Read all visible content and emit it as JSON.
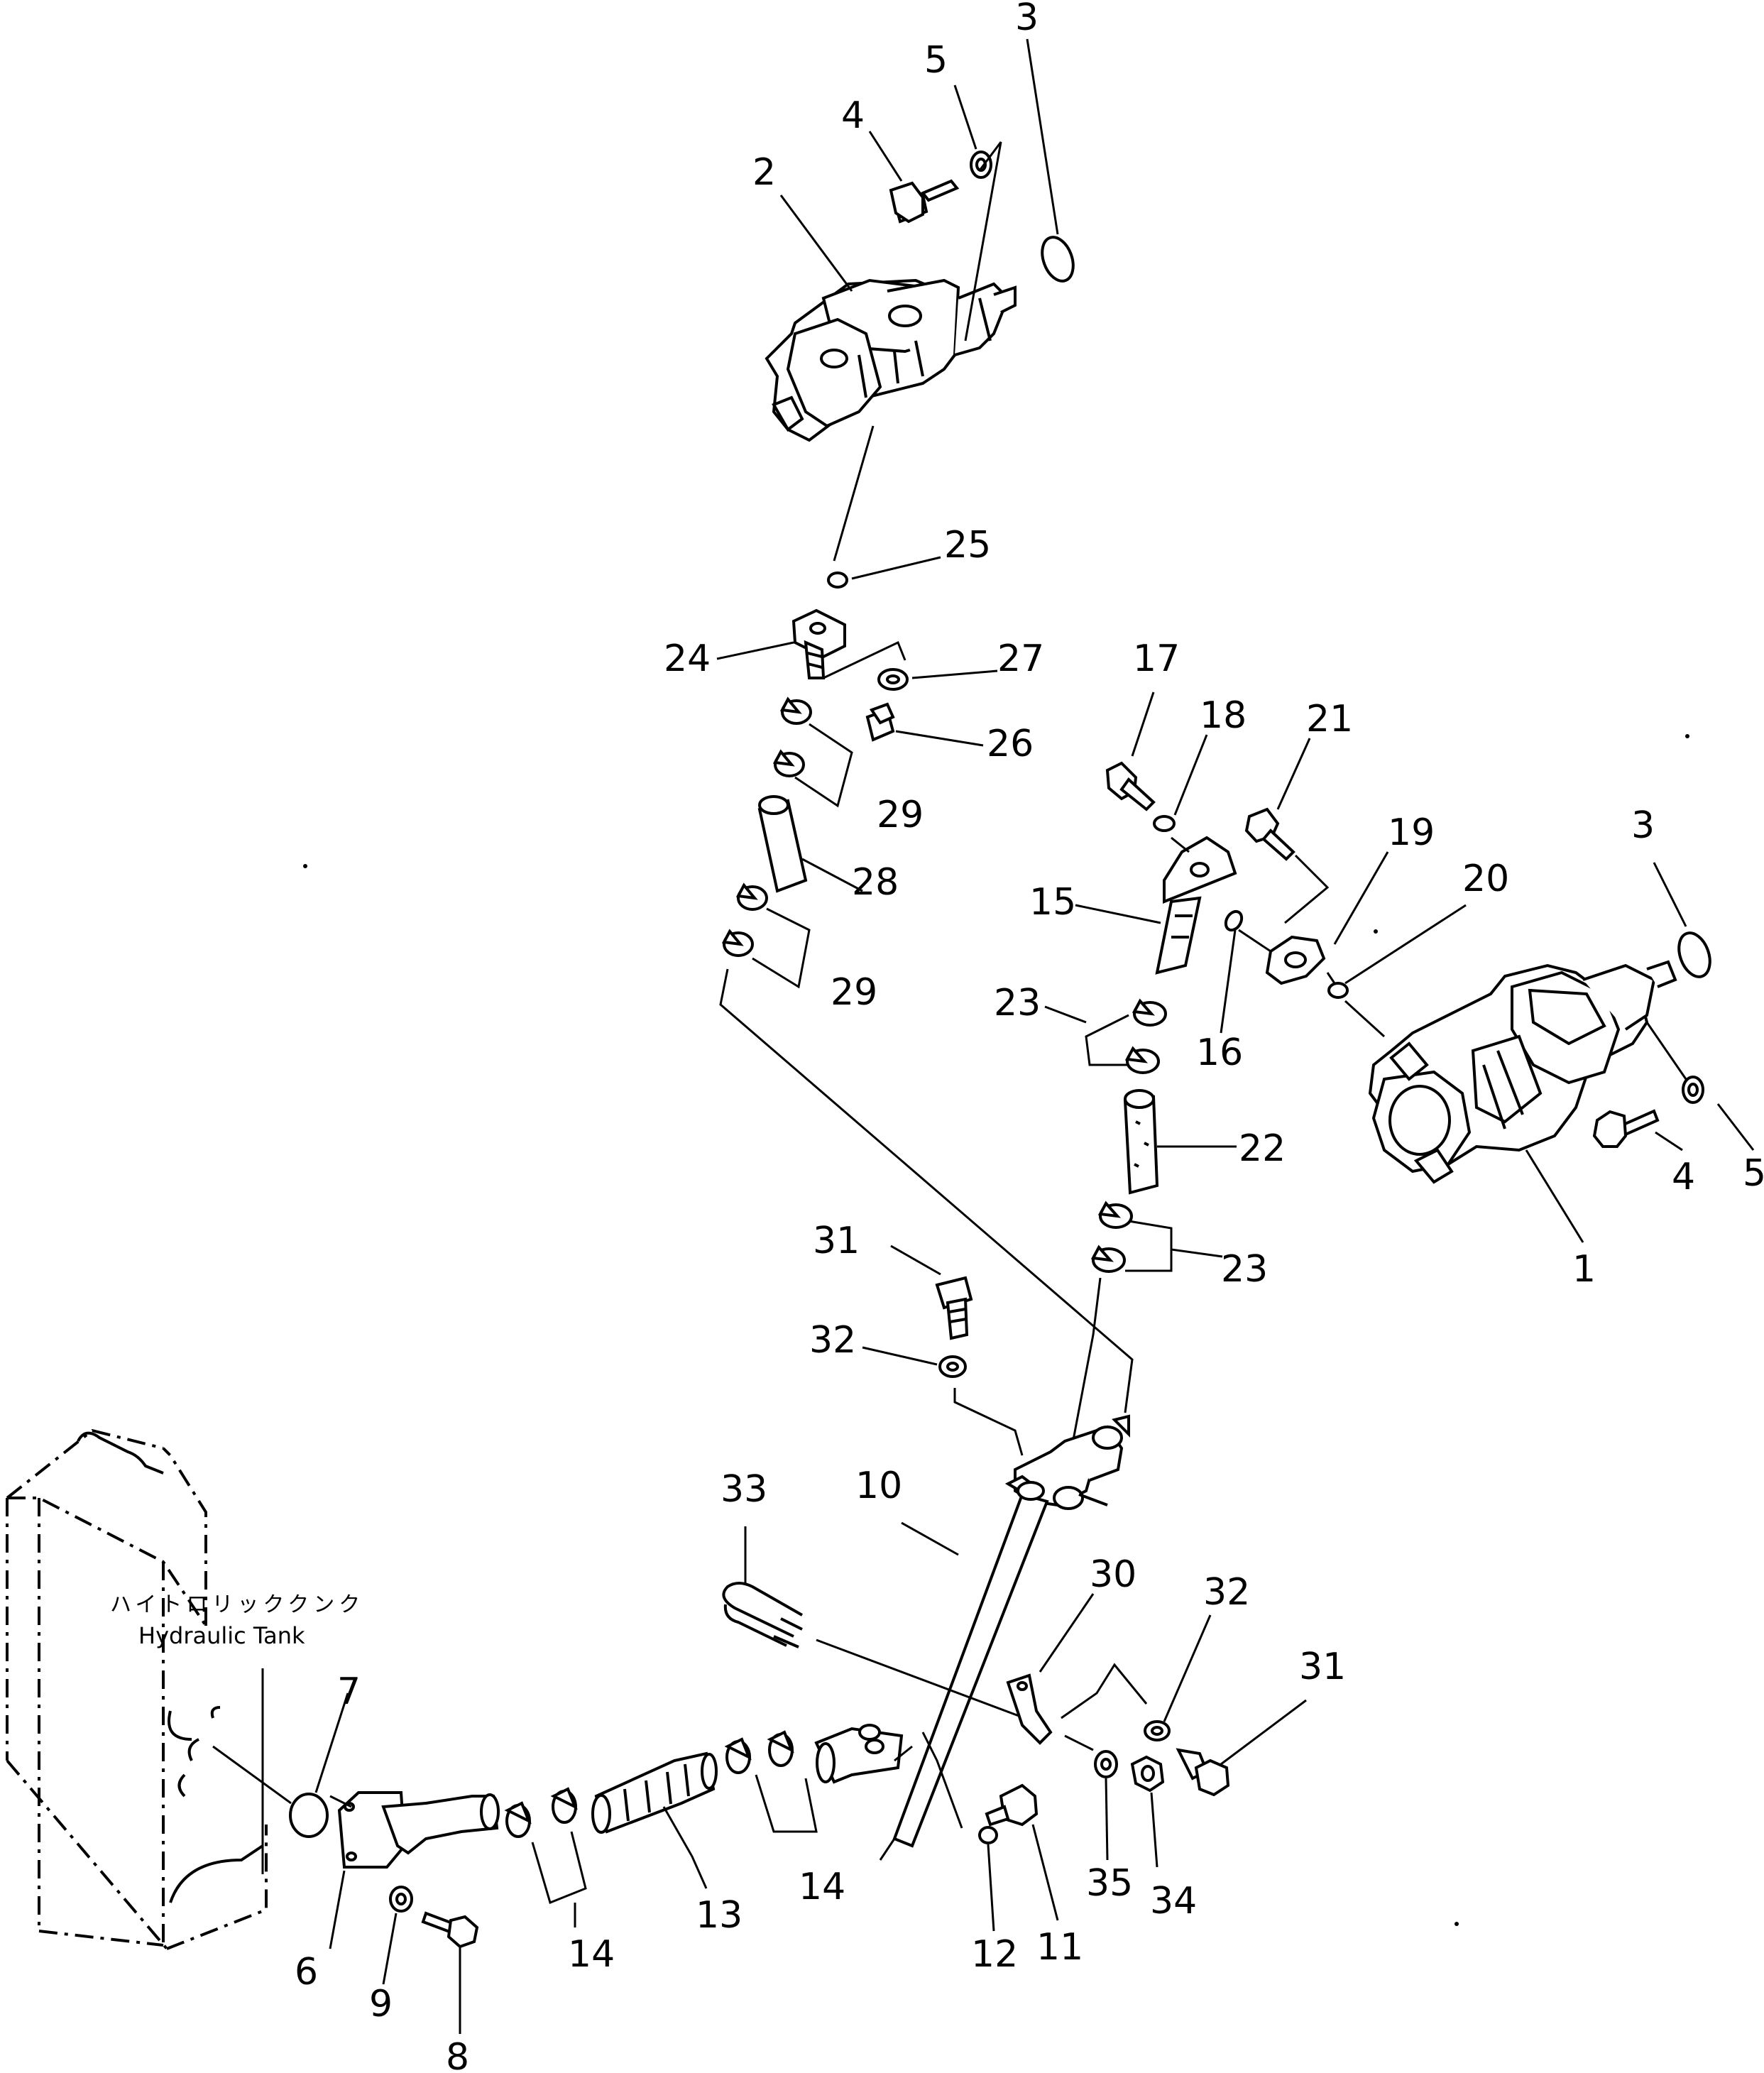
{
  "tank": {
    "label_jp": "ハイトロリッククンク",
    "label_en": "Hydraulic Tank"
  },
  "callouts": [
    {
      "id": "c-3a",
      "text": "3"
    },
    {
      "id": "c-5a",
      "text": "5"
    },
    {
      "id": "c-4a",
      "text": "4"
    },
    {
      "id": "c-2",
      "text": "2"
    },
    {
      "id": "c-25",
      "text": "25"
    },
    {
      "id": "c-24",
      "text": "24"
    },
    {
      "id": "c-27",
      "text": "27"
    },
    {
      "id": "c-26",
      "text": "26"
    },
    {
      "id": "c-29a",
      "text": "29"
    },
    {
      "id": "c-28",
      "text": "28"
    },
    {
      "id": "c-29b",
      "text": "29"
    },
    {
      "id": "c-17",
      "text": "17"
    },
    {
      "id": "c-18",
      "text": "18"
    },
    {
      "id": "c-21",
      "text": "21"
    },
    {
      "id": "c-19",
      "text": "19"
    },
    {
      "id": "c-20",
      "text": "20"
    },
    {
      "id": "c-3b",
      "text": "3"
    },
    {
      "id": "c-15",
      "text": "15"
    },
    {
      "id": "c-23a",
      "text": "23"
    },
    {
      "id": "c-16",
      "text": "16"
    },
    {
      "id": "c-22",
      "text": "22"
    },
    {
      "id": "c-23b",
      "text": "23"
    },
    {
      "id": "c-1",
      "text": "1"
    },
    {
      "id": "c-4b",
      "text": "4"
    },
    {
      "id": "c-5b",
      "text": "5"
    },
    {
      "id": "c-31a",
      "text": "31"
    },
    {
      "id": "c-32a",
      "text": "32"
    },
    {
      "id": "c-33",
      "text": "33"
    },
    {
      "id": "c-10",
      "text": "10"
    },
    {
      "id": "c-30",
      "text": "30"
    },
    {
      "id": "c-32b",
      "text": "32"
    },
    {
      "id": "c-31b",
      "text": "31"
    },
    {
      "id": "c-7",
      "text": "7"
    },
    {
      "id": "c-6",
      "text": "6"
    },
    {
      "id": "c-9",
      "text": "9"
    },
    {
      "id": "c-8",
      "text": "8"
    },
    {
      "id": "c-14a",
      "text": "14"
    },
    {
      "id": "c-13",
      "text": "13"
    },
    {
      "id": "c-14b",
      "text": "14"
    },
    {
      "id": "c-12",
      "text": "12"
    },
    {
      "id": "c-11",
      "text": "11"
    },
    {
      "id": "c-35",
      "text": "35"
    },
    {
      "id": "c-34",
      "text": "34"
    }
  ]
}
